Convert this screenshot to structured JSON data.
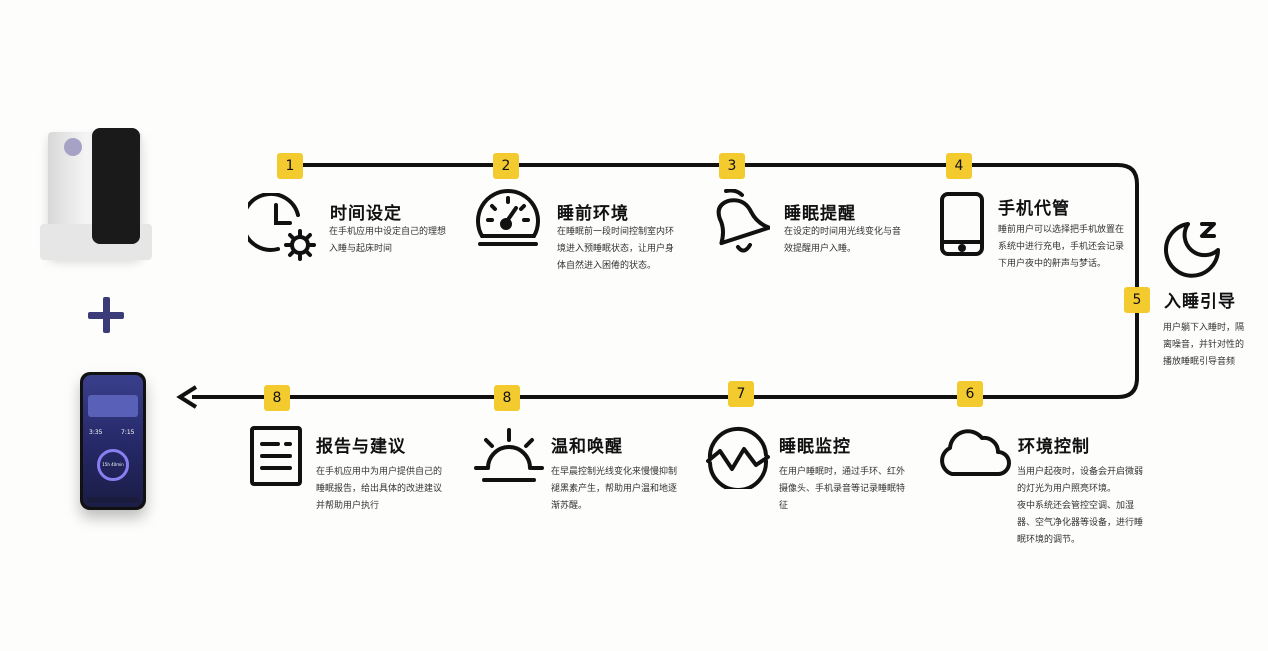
{
  "steps": [
    {
      "num": "1",
      "title": "时间设定",
      "icon": "clock-gear-icon",
      "lines": [
        "在手机应用中设定自己的理想",
        "入睡与起床时间"
      ]
    },
    {
      "num": "2",
      "title": "睡前环境",
      "icon": "gauge-icon",
      "lines": [
        "在睡眠前一段时间控制室内环",
        "境进入预睡眠状态，让用户身",
        "体自然进入困倦的状态。"
      ]
    },
    {
      "num": "3",
      "title": "睡眠提醒",
      "icon": "bell-icon",
      "lines": [
        "在设定的时间用光线变化与音",
        "效提醒用户入睡。"
      ]
    },
    {
      "num": "4",
      "title": "手机代管",
      "icon": "tablet-icon",
      "lines": [
        "睡前用户可以选择把手机放置在",
        "系统中进行充电，手机还会记录",
        "下用户夜中的鼾声与梦话。"
      ]
    },
    {
      "num": "5",
      "title": "入睡引导",
      "icon": "moon-sleep-icon",
      "lines": [
        "用户躺下入睡时，隔",
        "离噪音，并针对性的",
        "播放睡眠引导音频"
      ]
    },
    {
      "num": "6",
      "title": "环境控制",
      "icon": "cloud-icon",
      "lines": [
        "当用户起夜时，设备会开启微弱",
        "的灯光为用户照亮环境。",
        "夜中系统还会管控空调、加湿",
        "器、空气净化器等设备，进行睡",
        "眠环境的调节。"
      ]
    },
    {
      "num": "7",
      "title": "睡眠监控",
      "icon": "wave-circle-icon",
      "lines": [
        "在用户睡眠时，通过手环、红外",
        "摄像头、手机录音等记录睡眠特",
        "征"
      ]
    },
    {
      "num": "8",
      "title": "温和唤醒",
      "icon": "sunrise-icon",
      "lines": [
        "在早晨控制光线变化来慢慢抑制",
        "褪黑素产生，帮助用户温和地逐",
        "渐苏醒。"
      ]
    },
    {
      "num": "8",
      "title": "报告与建议",
      "icon": "report-list-icon",
      "lines": [
        "在手机应用中为用户提供自己的",
        "睡眠报告，给出具体的改进建议",
        "并帮助用户执行"
      ]
    }
  ],
  "colors": {
    "badge": "#f4cb2f",
    "line": "#111111",
    "plus": "#3b3b79"
  },
  "phone": {
    "time_left": "3:35",
    "time_right": "7:15",
    "ring_text": "15h 40min"
  }
}
